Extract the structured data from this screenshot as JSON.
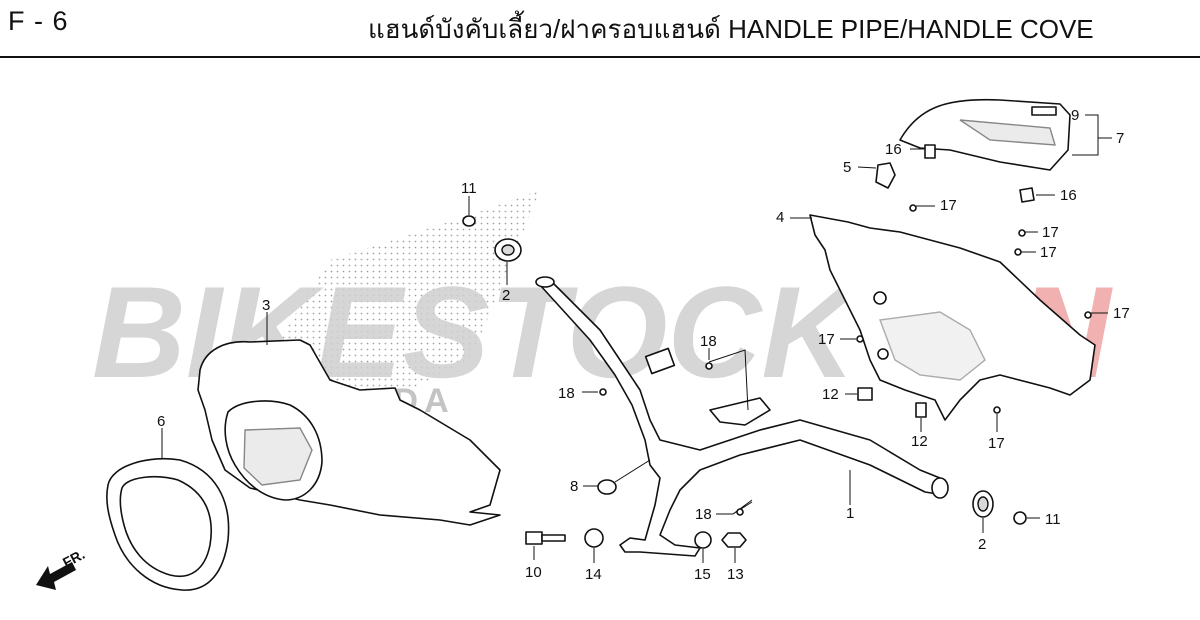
{
  "header": {
    "code": "F - 6",
    "title": "แฮนด์บังคับเลี้ยว/ฝาครอบแฮนด์  HANDLE PIPE/HANDLE COVE"
  },
  "watermark": {
    "left_text": "BIKESTOCK",
    "right_text": "VN",
    "brand_text": "HONDA",
    "left_color": "#d0d0d0",
    "right_color": "#f2a6a6"
  },
  "direction": {
    "label": "FR."
  },
  "callouts": [
    {
      "id": "c-11a",
      "text": "11"
    },
    {
      "id": "c-2a",
      "text": "2"
    },
    {
      "id": "c-3",
      "text": "3"
    },
    {
      "id": "c-6",
      "text": "6"
    },
    {
      "id": "c-18a",
      "text": "18"
    },
    {
      "id": "c-18b",
      "text": "18"
    },
    {
      "id": "c-8",
      "text": "8"
    },
    {
      "id": "c-18c",
      "text": "18"
    },
    {
      "id": "c-1",
      "text": "1"
    },
    {
      "id": "c-10",
      "text": "10"
    },
    {
      "id": "c-14",
      "text": "14"
    },
    {
      "id": "c-15",
      "text": "15"
    },
    {
      "id": "c-13",
      "text": "13"
    },
    {
      "id": "c-2b",
      "text": "2"
    },
    {
      "id": "c-11b",
      "text": "11"
    },
    {
      "id": "c-9",
      "text": "9"
    },
    {
      "id": "c-7",
      "text": "7"
    },
    {
      "id": "c-16a",
      "text": "16"
    },
    {
      "id": "c-5",
      "text": "5"
    },
    {
      "id": "c-16b",
      "text": "16"
    },
    {
      "id": "c-4",
      "text": "4"
    },
    {
      "id": "c-17a",
      "text": "17"
    },
    {
      "id": "c-17b",
      "text": "17"
    },
    {
      "id": "c-17c",
      "text": "17"
    },
    {
      "id": "c-17d",
      "text": "17"
    },
    {
      "id": "c-17e",
      "text": "17"
    },
    {
      "id": "c-12a",
      "text": "12"
    },
    {
      "id": "c-12b",
      "text": "12"
    },
    {
      "id": "c-17f",
      "text": "17"
    }
  ]
}
